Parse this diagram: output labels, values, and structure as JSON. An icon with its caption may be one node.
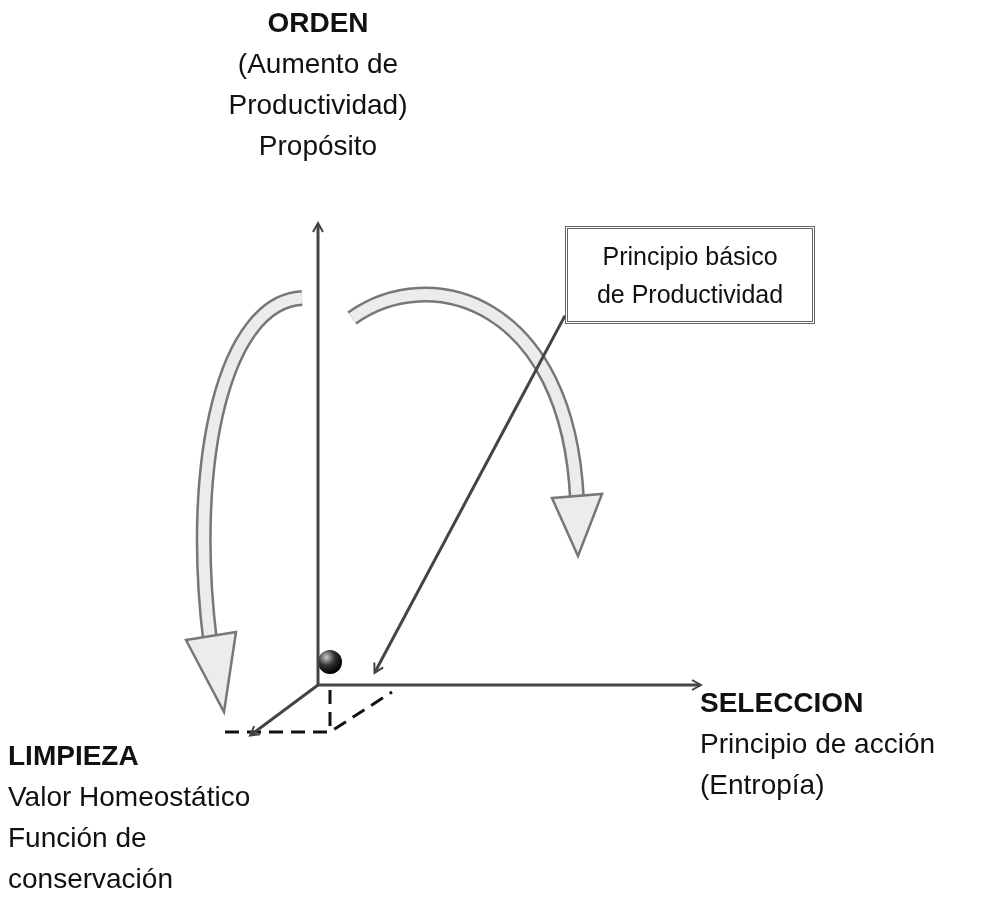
{
  "diagram": {
    "nodes": [
      {
        "text": [
          "ORDEN",
          "(Aumento de Productividad) Propósito"
        ]
      },
      {
        "text": [
          "Principio básico de Productividad"
        ]
      },
      {
        "text": [
          "SELECCION",
          "Principio de acción (Entropía)"
        ]
      },
      {
        "text": [
          "LIMPIEZA",
          "Valor Homeostático Función de conservación"
        ]
      }
    ],
    "edges": [
      {
        "from": null,
        "to": 0,
        "arrow": "to"
      },
      {
        "from": null,
        "to": 2,
        "arrow": "to"
      },
      {
        "from": null,
        "to": 3,
        "arrow": "to"
      },
      {
        "from": 1,
        "to": null,
        "arrow": "to"
      }
    ]
  }
}
